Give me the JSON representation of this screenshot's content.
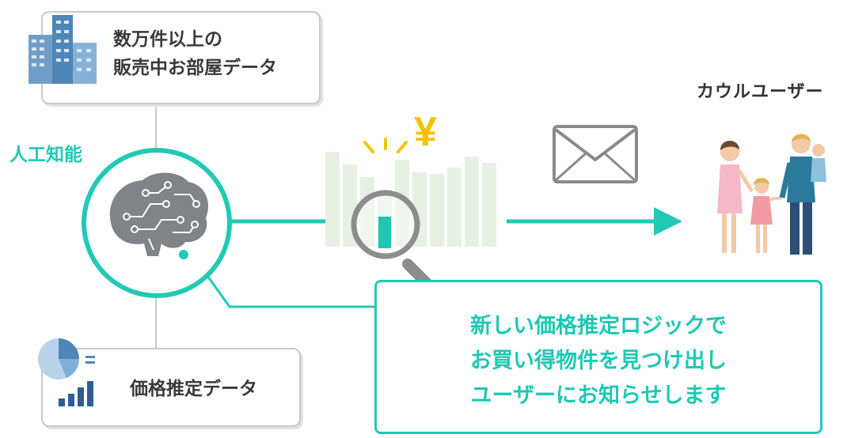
{
  "building_card": {
    "line1": "数万件以上の",
    "line2": "販売中お部屋データ"
  },
  "ai_label": "人工知能",
  "price_card": {
    "label": "価格推定データ"
  },
  "message_box": {
    "line1": "新しい価格推定ロジックで",
    "line2": "お買い得物件を見つけ出し",
    "line3": "ユーザーにお知らせします"
  },
  "users_label": "カウルユーザー",
  "yen_symbol": "¥",
  "colors": {
    "teal": "#1ec8b4",
    "gray_border": "#c9c9c9",
    "bar_green": "#e6f1e3",
    "brain_gray": "#7e8487"
  },
  "icons": [
    "buildings-icon",
    "brain-circuit-icon",
    "pie-chart-icon",
    "bar-chart-icon",
    "magnifier-icon",
    "envelope-icon",
    "family-icon",
    "yen-icon"
  ]
}
